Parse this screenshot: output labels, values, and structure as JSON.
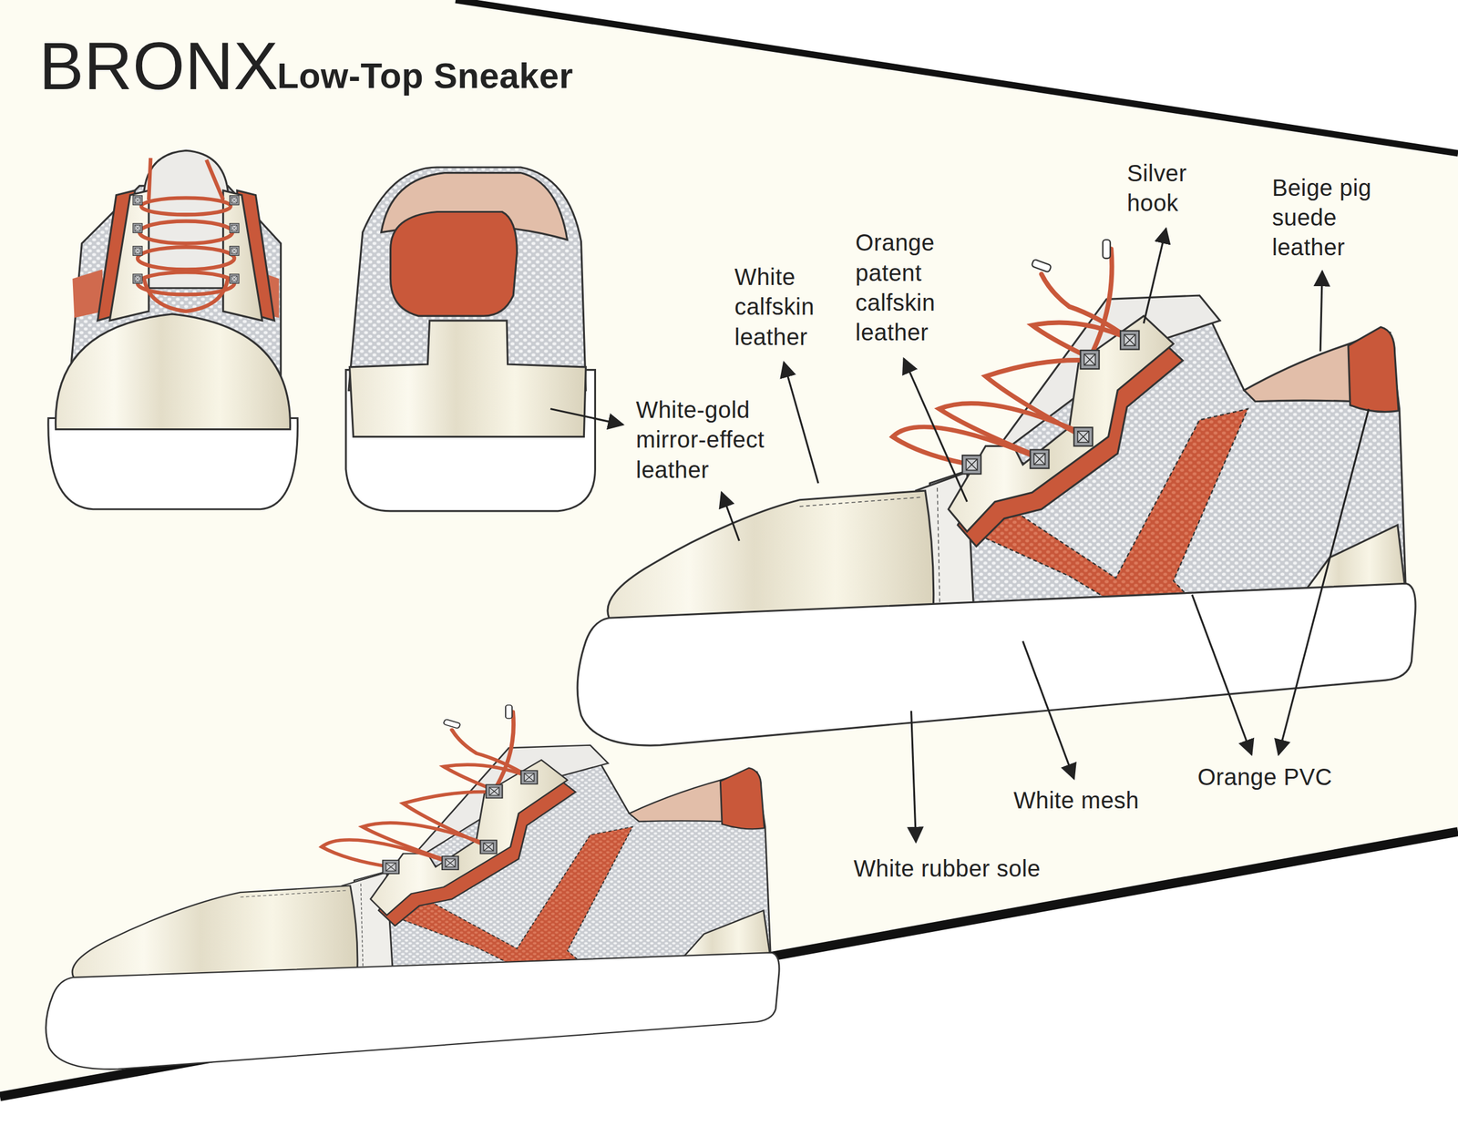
{
  "diagram": {
    "title": "BRONX",
    "labels": [
      "Low-Top Sneaker",
      "Silver hook",
      "Beige pig suede leather",
      "Orange patent calfskin leather",
      "White calfskin leather",
      "White-gold mirror-effect leather",
      "Orange PVC",
      "White mesh",
      "White rubber sole"
    ]
  }
}
